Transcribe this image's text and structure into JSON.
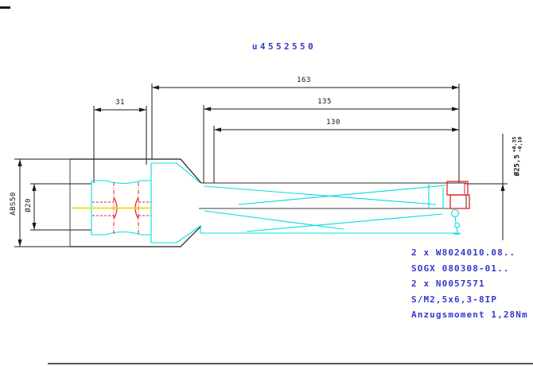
{
  "title": "u4552550",
  "dimensions": {
    "length_overall": "163",
    "length_flute_135": "135",
    "length_flute_130": "130",
    "shank_section_length": "31",
    "bore_diameter": "Ø20",
    "shank_type": "ABS50",
    "cut_diameter": {
      "value": "Ø25,5",
      "tol_upper": "+0,35",
      "tol_lower": "-0,10"
    }
  },
  "notes": {
    "lines": [
      "2 x W8024010.08..",
      "SOGX 080308-01..",
      "2 x N0057571",
      "S/M2,5x6,3-8IP",
      "Anzugsmoment 1,28Nm"
    ]
  },
  "colors": {
    "annotation_blue": "#3636d0",
    "tool_cyan": "#00dce4",
    "hidden_red": "#e32020",
    "centerline_yellow": "#f2d70d",
    "line_black": "#1b1b1b"
  }
}
